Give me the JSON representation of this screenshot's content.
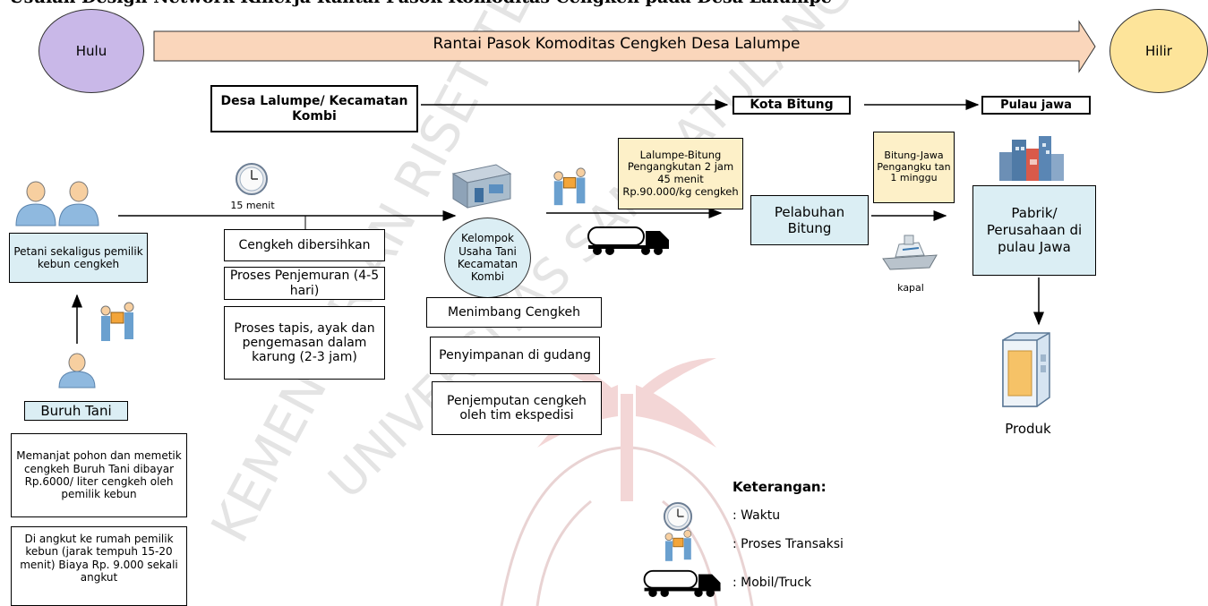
{
  "title": "Usulan Design Network Kinerja Rantai Pasok Komoditas Cengkeh pada Desa Lalumpe",
  "colors": {
    "hulu_circle": "#c9b8e8",
    "hilir_circle": "#fde49a",
    "banner_fill": "#fad6bb",
    "box_blue": "#dbeef4",
    "box_yellow": "#fdf0c8",
    "kelompok_circle": "#dbeef4"
  },
  "banner": {
    "hulu": "Hulu",
    "text": "Rantai Pasok Komoditas Cengkeh Desa Lalumpe",
    "hilir": "Hilir"
  },
  "locations": {
    "desa": "Desa Lalumpe/ Kecamatan Kombi",
    "kota": "Kota Bitung",
    "pulau": "Pulau jawa"
  },
  "petani": {
    "label": "Petani sekaligus pemilik kebun cengkeh"
  },
  "buruh": {
    "label": "Buruh Tani",
    "desc1": "Memanjat pohon dan memetik cengkeh Buruh Tani dibayar Rp.6000/ liter cengkeh oleh pemilik kebun",
    "desc2": "Di angkut ke rumah pemilik kebun (jarak tempuh 15-20 menit) Biaya Rp. 9.000 sekali angkut"
  },
  "clock_label": "15 menit",
  "processes": [
    "Cengkeh dibersihkan",
    "Proses Penjemuran (4-5 hari)",
    "Proses tapis, ayak dan pengemasan dalam karung (2-3 jam)"
  ],
  "kelompok": {
    "label": "Kelompok Usaha Tani Kecamatan Kombi",
    "steps": [
      "Menimbang Cengkeh",
      "Penyimpanan di gudang",
      "Penjemputan cengkeh oleh tim ekspedisi"
    ]
  },
  "transport1": "Lalumpe-Bitung Pengangkutan 2 jam 45 menit Rp.90.000/kg cengkeh",
  "pelabuhan": "Pelabuhan Bitung",
  "transport2": "Bitung-Jawa Pengangku tan 1 minggu",
  "kapal_label": "kapal",
  "pabrik": "Pabrik/ Perusahaan di pulau Jawa",
  "produk_label": "Produk",
  "legend": {
    "title": "Keterangan:",
    "waktu": ": Waktu",
    "transaksi": ": Proses Transaksi",
    "truck": ": Mobil/Truck"
  },
  "icons": {
    "clock": "clock-icon",
    "handshake": "transaction-icon",
    "truck": "truck-icon",
    "people": "people-icon",
    "person": "person-icon",
    "warehouse": "warehouse-icon",
    "ship": "ship-icon",
    "factory": "factory-icon",
    "product": "product-box-icon"
  },
  "watermark": {
    "text_ring": "KEMENTERIAN RISET TEKNOLOGI DAN PENDIDIKAN TINGGI",
    "text_inner": "UNIVERSITAS SAM RATULANGI"
  }
}
